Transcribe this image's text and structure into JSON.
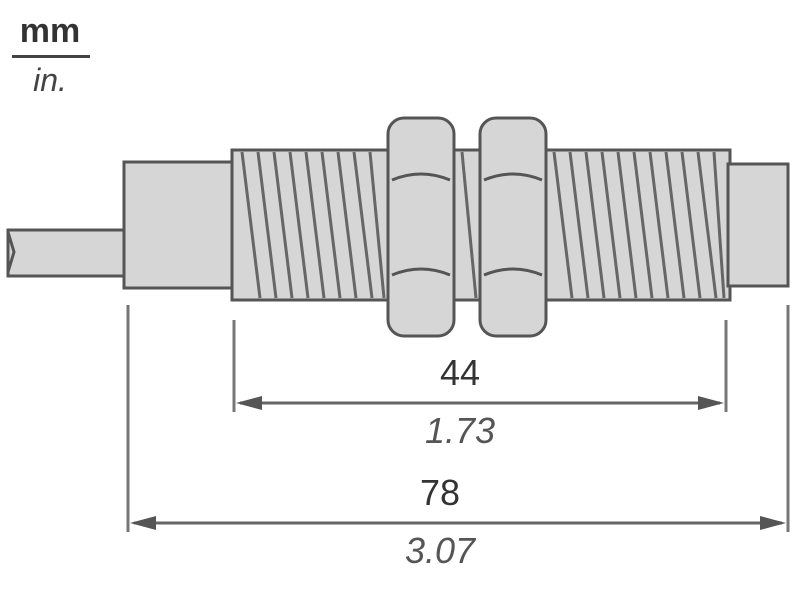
{
  "units": {
    "primary": "mm",
    "secondary": "in."
  },
  "dimensions": {
    "thread_length": {
      "mm": "44",
      "in": "1.73"
    },
    "overall_length": {
      "mm": "78",
      "in": "3.07"
    }
  },
  "colors": {
    "body_fill": "#d6d6d6",
    "outline": "#555555",
    "dimension_line": "#666666"
  }
}
